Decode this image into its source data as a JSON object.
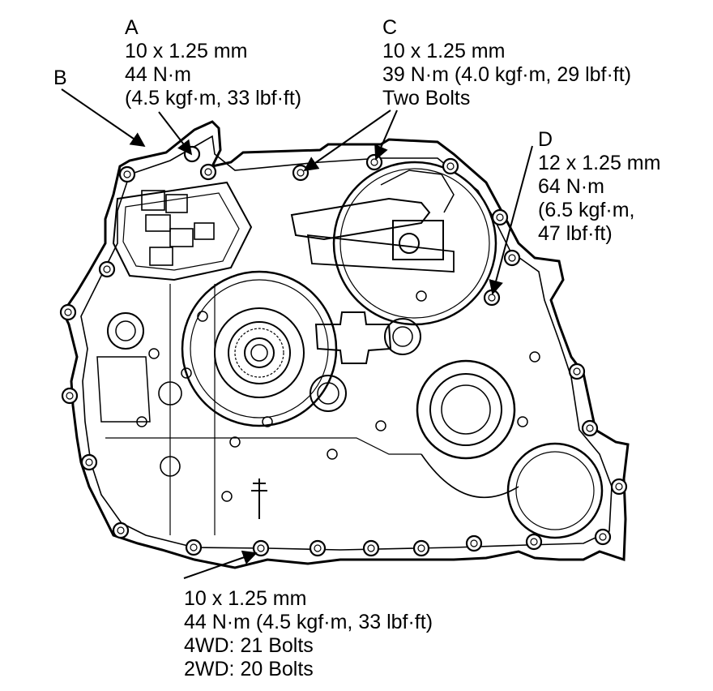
{
  "callouts": {
    "a": {
      "letter": "A",
      "lines": [
        "10 x 1.25 mm",
        "44 N·m",
        "(4.5 kgf·m, 33 lbf·ft)"
      ]
    },
    "b": {
      "letter": "B"
    },
    "c": {
      "letter": "C",
      "lines": [
        "10 x 1.25 mm",
        "39 N·m (4.0 kgf·m, 29 lbf·ft)",
        "Two Bolts"
      ]
    },
    "d": {
      "letter": "D",
      "lines": [
        "12 x 1.25 mm",
        "64 N·m",
        "(6.5 kgf·m,",
        "47 lbf·ft)"
      ]
    },
    "bottom": {
      "lines": [
        "10 x 1.25 mm",
        "44 N·m (4.5 kgf·m, 33 lbf·ft)",
        "4WD: 21 Bolts",
        "2WD: 20 Bolts"
      ]
    }
  },
  "colors": {
    "ink": "#000000",
    "paper": "#ffffff"
  }
}
